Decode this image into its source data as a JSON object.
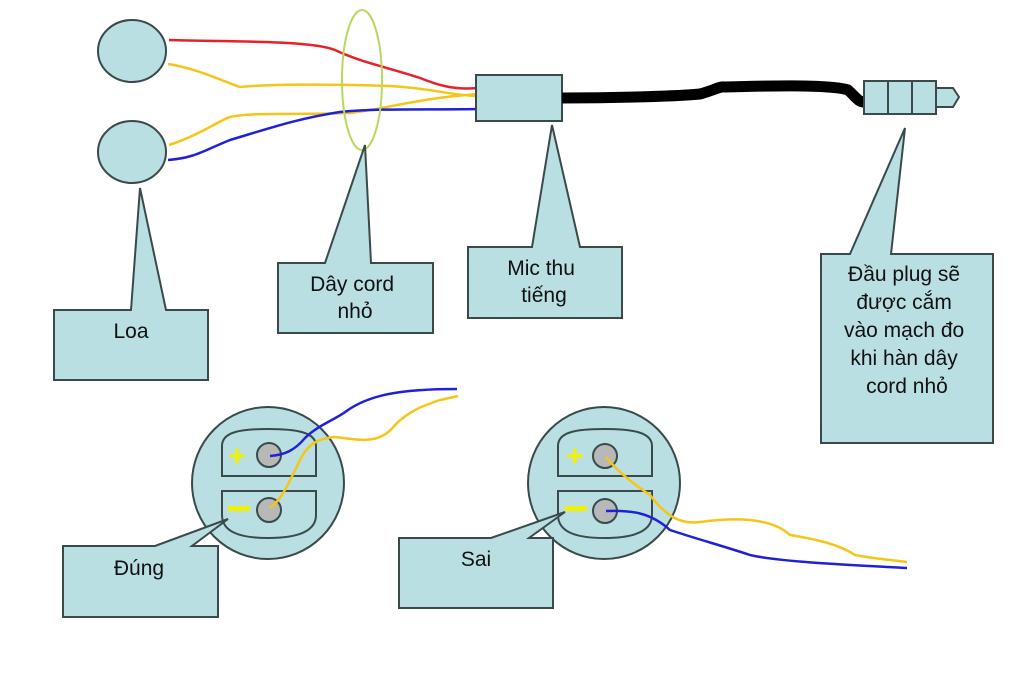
{
  "diagram": {
    "title": "Headphone / microphone wiring diagram",
    "colors": {
      "shape_fill": "#b9dfe2",
      "outline": "#3a4a4a",
      "wire_red": "#e8202a",
      "wire_yellow": "#f5c518",
      "wire_blue": "#2020d8",
      "cord_black": "#000000",
      "bundle_ring": "#b8d860",
      "terminal_gray": "#b8b8b8",
      "sign_yellow": "#f2f200"
    },
    "callouts": {
      "speaker": {
        "lines": [
          "Loa"
        ]
      },
      "cord": {
        "lines": [
          "Dây cord",
          "nhỏ"
        ]
      },
      "mic": {
        "lines": [
          "Mic thu",
          "tiếng"
        ]
      },
      "plug": {
        "lines": [
          "Đầu plug sẽ",
          "được cắm",
          "vào mạch đo",
          "khi hàn dây",
          "cord nhỏ"
        ]
      },
      "correct": {
        "lines": [
          "Đúng"
        ]
      },
      "wrong": {
        "lines": [
          "Sai"
        ]
      }
    },
    "terminals": {
      "plus_sign": "+",
      "minus_sign": "−"
    }
  }
}
